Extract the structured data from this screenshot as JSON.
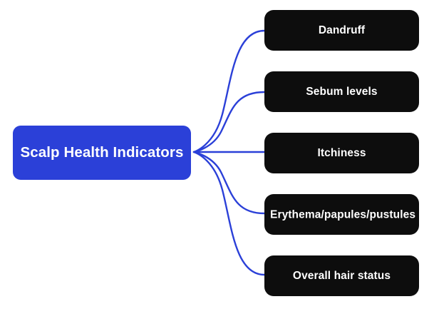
{
  "diagram": {
    "type": "mind-map",
    "title": "Scalp Health Indicators",
    "background_color": "#ffffff",
    "orientation": "left-to-right",
    "root": {
      "label": "Scalp Health Indicators",
      "fill_color": "#2b40d8",
      "text_color": "#ffffff"
    },
    "edge_color": "#2b40d8",
    "branch_fill_color": "#0d0d0d",
    "branch_text_color": "#ffffff",
    "branches": [
      {
        "label": "Dandruff"
      },
      {
        "label": "Sebum levels"
      },
      {
        "label": "Itchiness"
      },
      {
        "label": "Erythema/papules/pustules",
        "clipped": true
      },
      {
        "label": "Overall hair status"
      }
    ]
  }
}
